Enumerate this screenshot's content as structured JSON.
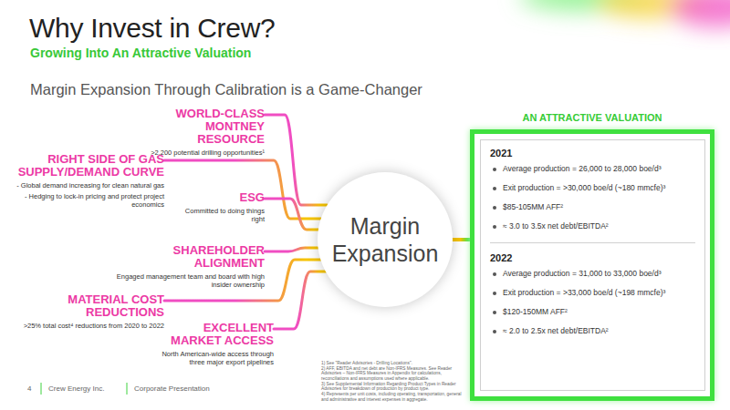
{
  "diagram": {
    "title": "Why Invest in Crew?",
    "nodes": [
      {
        "text": [
          "WORLD-CLASS MONTNEY RESOURCE",
          ">2,200 potential drilling opportunities¹"
        ]
      },
      {
        "text": [
          "RIGHT SIDE OF GAS SUPPLY/DEMAND CURVE",
          "- Global demand increasing for clean natural gas",
          "- Hedging to lock-in pricing and protect project economics"
        ]
      },
      {
        "text": [
          "ESG",
          "Committed to doing things right"
        ]
      },
      {
        "text": [
          "SHAREHOLDER ALIGNMENT",
          "Engaged management team and board with high insider ownership"
        ]
      },
      {
        "text": [
          "MATERIAL COST REDUCTIONS",
          ">25% total cost⁴ reductions from 2020 to 2022"
        ]
      },
      {
        "text": [
          "EXCELLENT MARKET ACCESS",
          "North American-wide access through three major export pipelines"
        ]
      },
      {
        "text": [
          "Margin Expansion"
        ]
      },
      {
        "text": [
          "AN ATTRACTIVE VALUATION"
        ]
      },
      {
        "text": [
          "2021",
          "Average production = 26,000 to 28,000 boe/d³",
          "Exit production = >30,000 boe/d (~180 mmcfe)³",
          "$85-105MM AFF²",
          "≈ 3.0 to 3.5x net debt/EBITDA²",
          "2022",
          "Average production = 31,000 to 33,000 boe/d³",
          "Exit production = >33,000 boe/d (~198 mmcfe)³",
          "$120-150MM AFF²",
          "≈ 2.0 to 2.5x net debt/EBITDA²"
        ],
        "in": 7
      }
    ],
    "edges": [
      {
        "from": 0,
        "to": 6,
        "arrow": "none"
      },
      {
        "from": 1,
        "to": 6,
        "arrow": "none"
      },
      {
        "from": 2,
        "to": 6,
        "arrow": "none"
      },
      {
        "from": 3,
        "to": 6,
        "arrow": "none"
      },
      {
        "from": 4,
        "to": 6,
        "arrow": "none"
      },
      {
        "from": 5,
        "to": 6,
        "arrow": "none"
      },
      {
        "from": 6,
        "to": 7,
        "arrow": "none"
      }
    ],
    "labels": [
      "Growing Into An Attractive Valuation",
      "Margin Expansion Through Calibration is a Game-Changer",
      "1) See \"Reader Advisories - Drilling Locations\".",
      "2) AFF, EBITDA and net debt are Non-IFRS Measures. See Reader Advisories – Non-IFRS Measures in Appendix for calculations, reconciliations and assumptions used where applicable.",
      "3) See Supplemental Information Regarding Product Types in Reader Advisories for breakdown of production by product type.",
      "4) Represents per unit costs, including operating, transportation, general and administrative and interest expenses in aggregate.",
      "4",
      "Crew Energy Inc.",
      "Corporate Presentation"
    ]
  }
}
